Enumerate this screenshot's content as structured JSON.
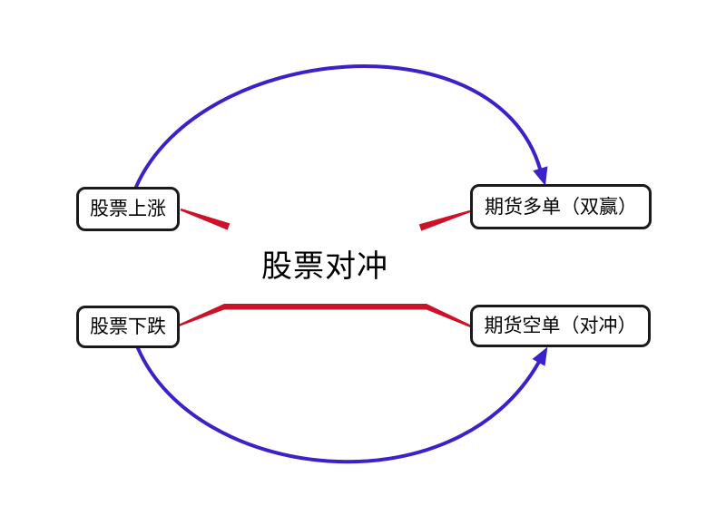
{
  "diagram": {
    "title": "股票对冲",
    "nodes": [
      {
        "id": "stock-up",
        "label": "股票上涨"
      },
      {
        "id": "futures-long",
        "label": "期货多单（双赢）"
      },
      {
        "id": "stock-down",
        "label": "股票下跌"
      },
      {
        "id": "futures-short",
        "label": "期货空单（对冲）"
      }
    ],
    "connectors": [
      {
        "name": "top-curved-arrow",
        "type": "curved-arrow",
        "from": "股票上涨",
        "to": "期货多单（双赢）",
        "color": "#3a22c8"
      },
      {
        "name": "bottom-curved-arrow",
        "type": "curved-arrow",
        "from": "股票下跌",
        "to": "期货空单（对冲）",
        "color": "#3a22c8"
      },
      {
        "name": "stock-up-tapered-edge",
        "type": "tapered-line",
        "from": "股票上涨",
        "color": "#cc1128"
      },
      {
        "name": "futures-long-tapered-edge",
        "type": "tapered-line",
        "from": "期货多单（双赢）",
        "color": "#cc1128"
      },
      {
        "name": "hedge-thick-bar",
        "type": "thick-line",
        "from": "股票下跌",
        "to": "期货空单（对冲）",
        "color": "#cc1128"
      }
    ],
    "colors": {
      "arrow_blue": "#3a22c8",
      "edge_red": "#cc1128",
      "node_border": "#1a1a1a",
      "node_background": "#ffffff",
      "text": "#000000",
      "background": "#ffffff"
    }
  }
}
